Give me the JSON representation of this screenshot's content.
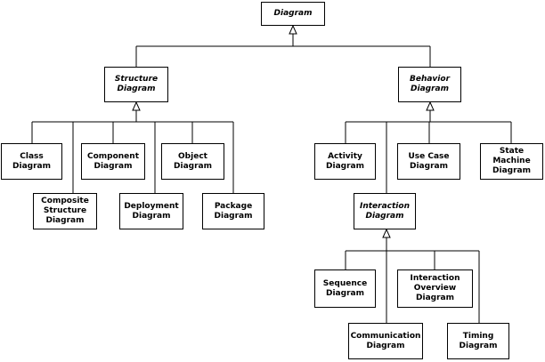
{
  "diagram": {
    "nodes": [
      {
        "id": "diagram",
        "label": "Diagram",
        "abstract": true
      },
      {
        "id": "structure",
        "label": "Structure\nDiagram",
        "abstract": true
      },
      {
        "id": "behavior",
        "label": "Behavior\nDiagram",
        "abstract": true
      },
      {
        "id": "class",
        "label": "Class\nDiagram",
        "abstract": false
      },
      {
        "id": "composite",
        "label": "Composite\nStructure\nDiagram",
        "abstract": false
      },
      {
        "id": "component",
        "label": "Component\nDiagram",
        "abstract": false
      },
      {
        "id": "deployment",
        "label": "Deployment\nDiagram",
        "abstract": false
      },
      {
        "id": "object",
        "label": "Object\nDiagram",
        "abstract": false
      },
      {
        "id": "package",
        "label": "Package\nDiagram",
        "abstract": false
      },
      {
        "id": "activity",
        "label": "Activity\nDiagram",
        "abstract": false
      },
      {
        "id": "usecase",
        "label": "Use Case\nDiagram",
        "abstract": false
      },
      {
        "id": "statemachine",
        "label": "State Machine\nDiagram",
        "abstract": false
      },
      {
        "id": "interaction",
        "label": "Interaction\nDiagram",
        "abstract": true
      },
      {
        "id": "sequence",
        "label": "Sequence\nDiagram",
        "abstract": false
      },
      {
        "id": "overview",
        "label": "Interaction\nOverview\nDiagram",
        "abstract": false
      },
      {
        "id": "communication",
        "label": "Communication\nDiagram",
        "abstract": false
      },
      {
        "id": "timing",
        "label": "Timing\nDiagram",
        "abstract": false
      }
    ],
    "generalizations": [
      {
        "parent": "diagram",
        "children": [
          "structure",
          "behavior"
        ]
      },
      {
        "parent": "structure",
        "children": [
          "class",
          "composite",
          "component",
          "deployment",
          "object",
          "package"
        ]
      },
      {
        "parent": "behavior",
        "children": [
          "activity",
          "interaction",
          "usecase",
          "statemachine"
        ]
      },
      {
        "parent": "interaction",
        "children": [
          "sequence",
          "communication",
          "overview",
          "timing"
        ]
      }
    ]
  }
}
